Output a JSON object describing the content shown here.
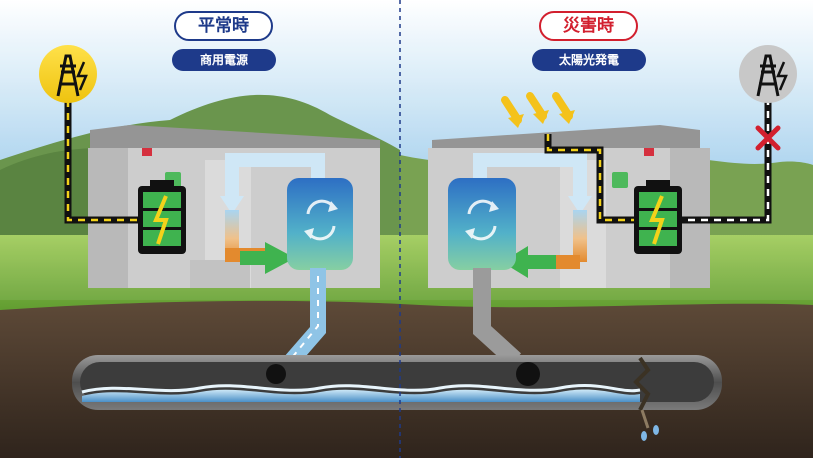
{
  "normal": {
    "title": "平常時",
    "subtitle": "商用電源"
  },
  "disaster": {
    "title": "災害時",
    "subtitle": "太陽光発電"
  },
  "colors": {
    "navy": "#1e3a8a",
    "red": "#d21f2e",
    "warm_water": "#e39a3b",
    "cool_water": "#8fc4e6",
    "battery_green": "#3fb34f",
    "tower_badge_on": "#f3d21a",
    "tower_badge_off": "#c8c8c8"
  },
  "icons": {
    "left_tower": "power-tower-icon",
    "right_tower": "power-tower-icon",
    "battery": "battery-charging-icon",
    "disconnected": "x-mark-icon",
    "sun_rays": "sunlight-icon",
    "recycle": "circulation-arrows-icon"
  }
}
